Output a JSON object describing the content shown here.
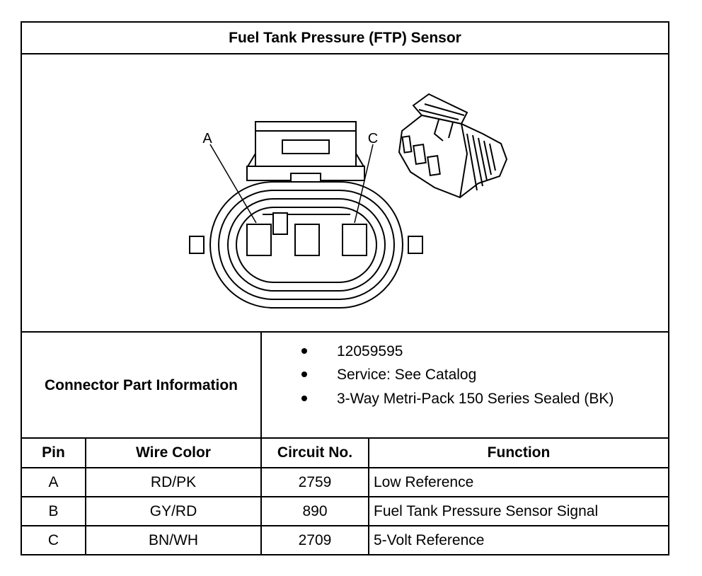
{
  "title": "Fuel Tank Pressure (FTP) Sensor",
  "diagram": {
    "pin_labels": [
      "A",
      "C"
    ]
  },
  "connector_info": {
    "label": "Connector Part Information",
    "items": [
      "12059595",
      "Service: See Catalog",
      "3-Way Metri-Pack 150 Series Sealed (BK)"
    ]
  },
  "pin_table": {
    "headers": {
      "pin": "Pin",
      "wire_color": "Wire Color",
      "circuit": "Circuit No.",
      "function": "Function"
    },
    "rows": [
      {
        "pin": "A",
        "wire_color": "RD/PK",
        "circuit": "2759",
        "function": "Low Reference"
      },
      {
        "pin": "B",
        "wire_color": "GY/RD",
        "circuit": "890",
        "function": "Fuel Tank Pressure Sensor Signal"
      },
      {
        "pin": "C",
        "wire_color": "BN/WH",
        "circuit": "2709",
        "function": "5-Volt Reference"
      }
    ]
  }
}
